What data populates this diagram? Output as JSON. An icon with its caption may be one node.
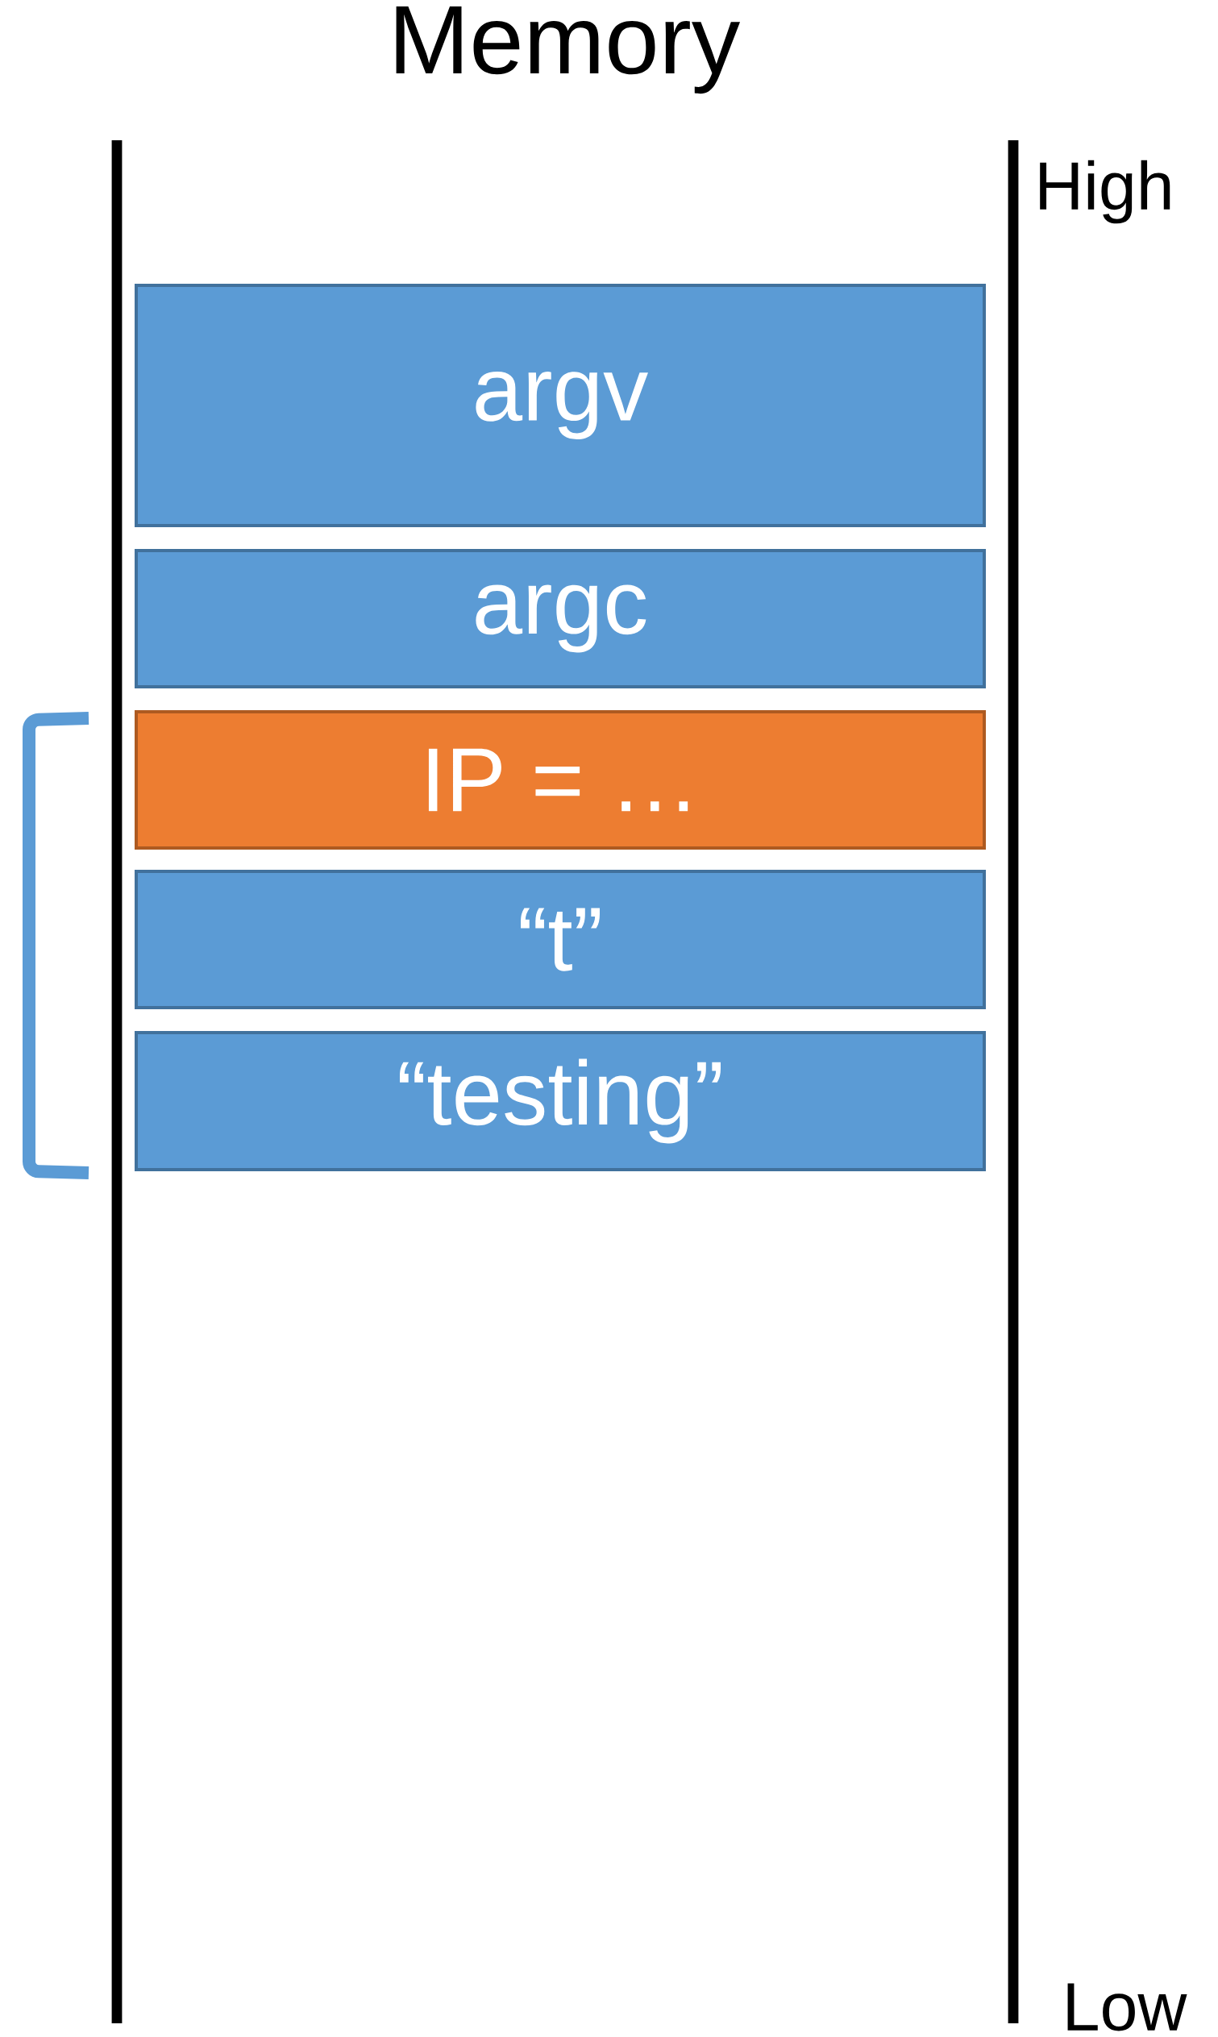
{
  "diagram": {
    "title": "Memory",
    "nodes": [
      {
        "text": [
          "argv"
        ]
      },
      {
        "text": [
          "argc"
        ]
      },
      {
        "text": [
          "IP = …"
        ]
      },
      {
        "text": [
          "“t”"
        ]
      },
      {
        "text": [
          "“testing”"
        ]
      }
    ],
    "labels": [
      "High",
      "Low"
    ]
  }
}
